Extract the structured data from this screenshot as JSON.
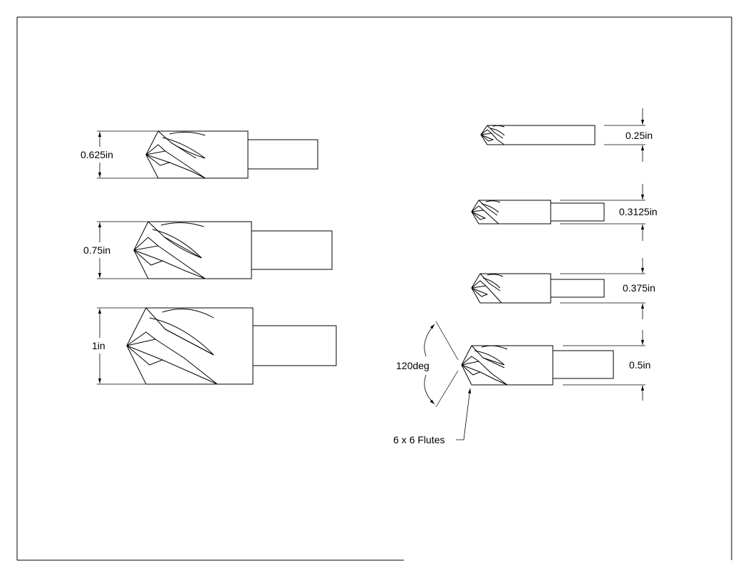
{
  "tools_left": [
    {
      "diameter_label": "0.625in"
    },
    {
      "diameter_label": "0.75in"
    },
    {
      "diameter_label": "1in"
    }
  ],
  "tools_right": [
    {
      "diameter_label": "0.25in"
    },
    {
      "diameter_label": "0.3125in"
    },
    {
      "diameter_label": "0.375in"
    },
    {
      "diameter_label": "0.5in"
    }
  ],
  "angle_label": "120deg",
  "flutes_label": "6 x 6 Flutes"
}
